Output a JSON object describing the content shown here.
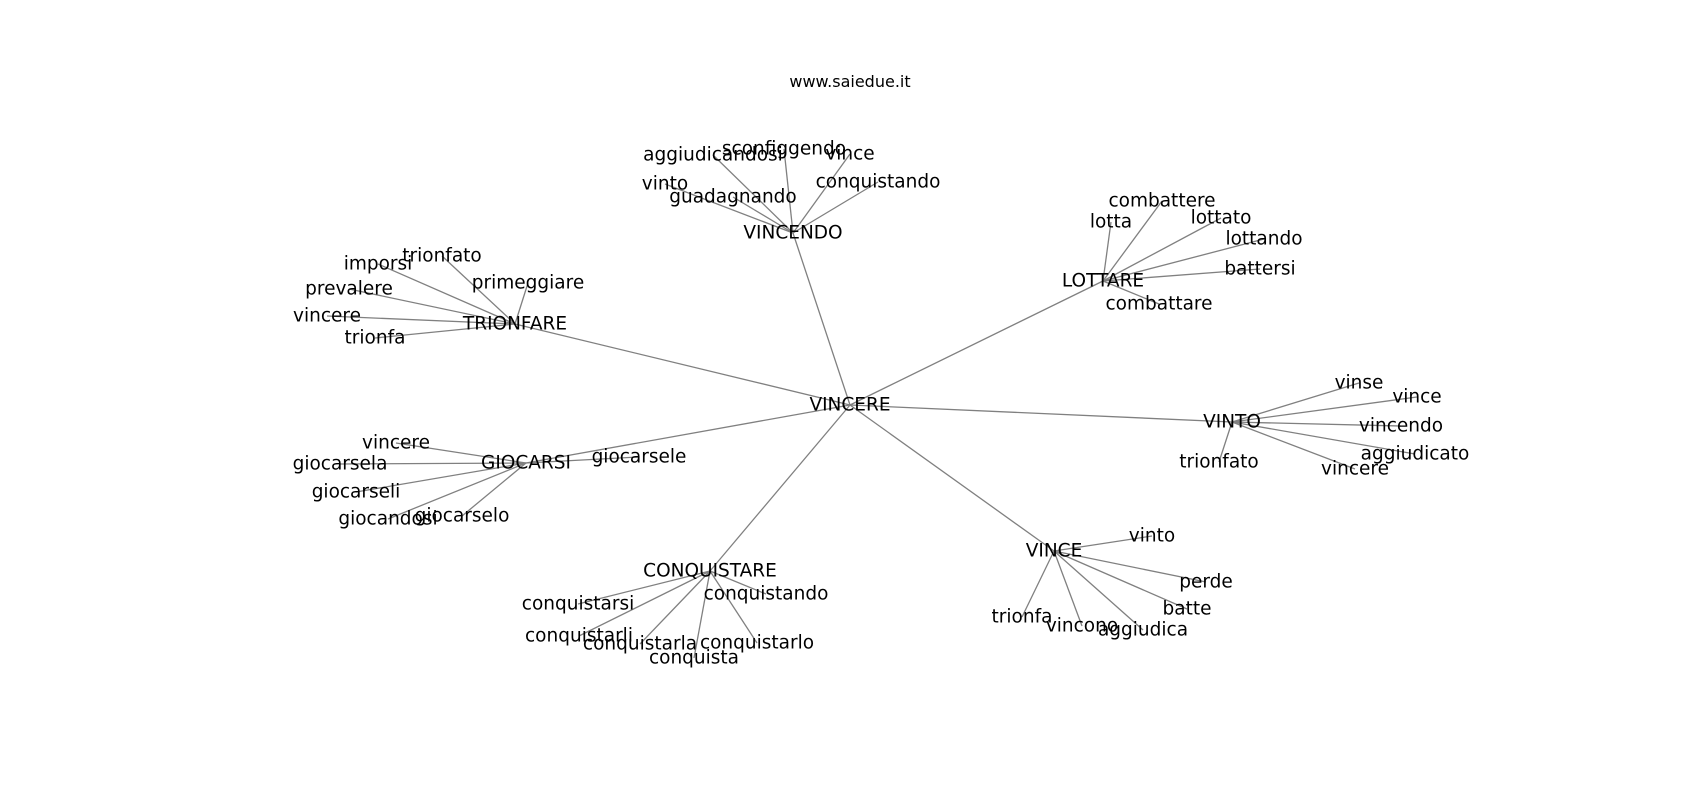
{
  "watermark": "www.saiedue.it",
  "colors": {
    "edge": "#808080",
    "text": "#000000",
    "background": "#ffffff"
  },
  "graph": {
    "center": "VINCERE",
    "groups": [
      {
        "hub": "VINCENDO",
        "leaves": [
          "aggiudicandosi",
          "sconfiggendo",
          "vince",
          "vinto",
          "guadagnando",
          "conquistando"
        ]
      },
      {
        "hub": "LOTTARE",
        "leaves": [
          "combattere",
          "lotta",
          "lottato",
          "lottando",
          "battersi",
          "combattare"
        ]
      },
      {
        "hub": "TRIONFARE",
        "leaves": [
          "trionfato",
          "imporsi",
          "primeggiare",
          "prevalere",
          "vincere",
          "trionfa"
        ]
      },
      {
        "hub": "VINTO",
        "leaves": [
          "vinse",
          "vince",
          "vincendo",
          "aggiudicato",
          "vincere",
          "trionfato"
        ]
      },
      {
        "hub": "GIOCARSI",
        "leaves": [
          "vincere",
          "giocarsela",
          "giocarseli",
          "giocandosi",
          "giocarselo",
          "giocarsele"
        ]
      },
      {
        "hub": "CONQUISTARE",
        "leaves": [
          "conquistarsi",
          "conquistando",
          "conquistarli",
          "conquistarla",
          "conquistarlo",
          "conquista"
        ]
      },
      {
        "hub": "VINCE",
        "leaves": [
          "vinto",
          "perde",
          "batte",
          "trionfa",
          "vincono",
          "aggiudica"
        ]
      }
    ]
  }
}
